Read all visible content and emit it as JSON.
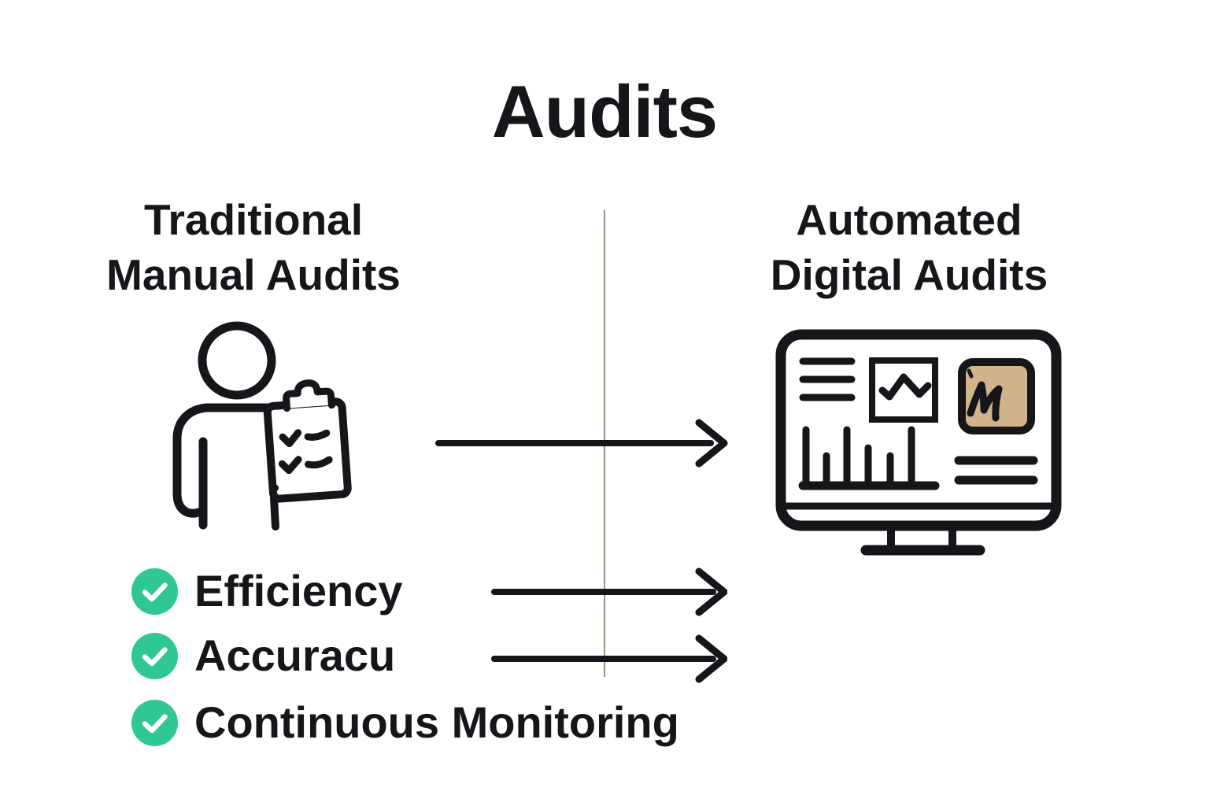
{
  "title": "Audits",
  "columns": {
    "left": {
      "heading": "Traditional\nManual Audits",
      "icon": "person-with-clipboard-icon"
    },
    "right": {
      "heading": "Automated\nDigital Audits",
      "icon": "dashboard-monitor-icon"
    }
  },
  "checklist": [
    {
      "icon": "check-circle-icon",
      "label": "Efficiency"
    },
    {
      "icon": "check-circle-icon",
      "label": "Accuracu"
    },
    {
      "icon": "check-circle-icon",
      "label": "Continuous Monitoring"
    }
  ],
  "chip_letter": "M",
  "flow_arrows_count": "3",
  "colors": {
    "ink": "#15151a",
    "check_green": "#2ec795",
    "chip_tan": "#d2b48c",
    "divider_gray": "#9b9285",
    "pin_teal": "#32c89e",
    "pin_gray": "#8a8a8a"
  }
}
